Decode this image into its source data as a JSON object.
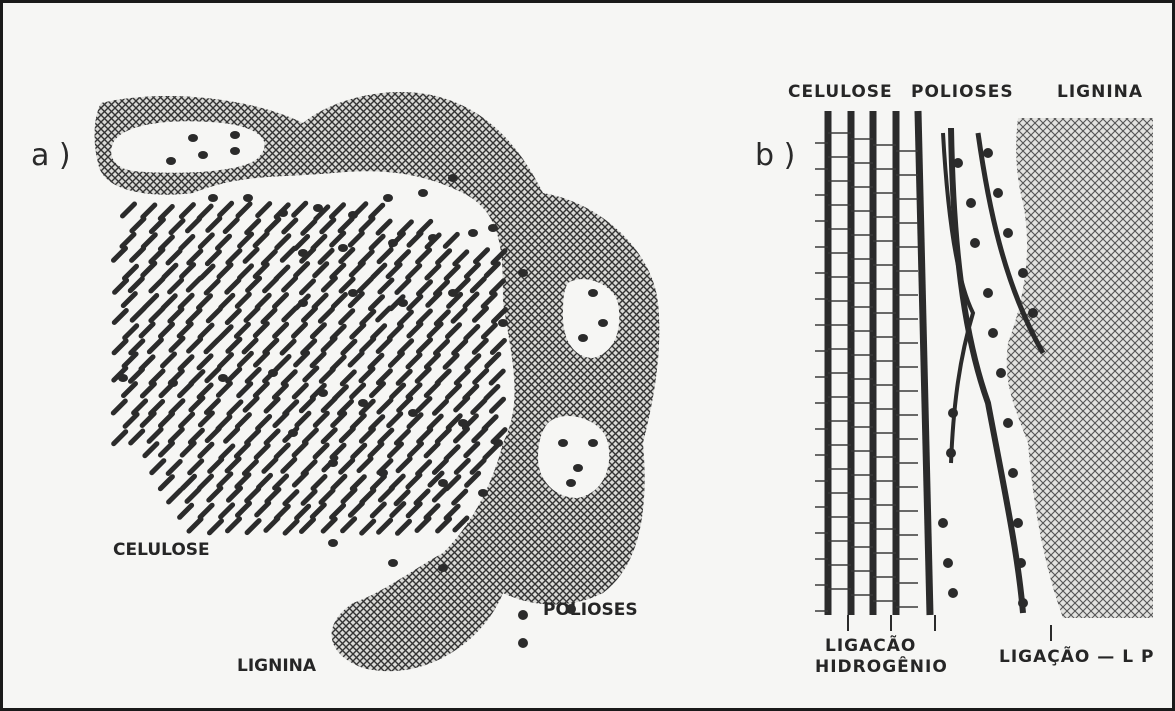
{
  "panel_a": {
    "label": "a )",
    "cellulose_label": "CELULOSE",
    "lignin_label": "LIGNINA",
    "polyoses_label": "POLIOSES"
  },
  "panel_b": {
    "label": "b )",
    "cellulose_label": "CELULOSE",
    "polyoses_label": "POLIOSES",
    "lignin_label": "LIGNINA",
    "hydrogen_bond_label_1": "LIGACÃO",
    "hydrogen_bond_label_2": "HIDROGÊNIO",
    "lp_bond_label": "LIGAÇÃO — L P"
  },
  "colors": {
    "ink": "#2b2b2b",
    "hatch": "#3a3a3a",
    "paper": "#f6f6f4"
  }
}
